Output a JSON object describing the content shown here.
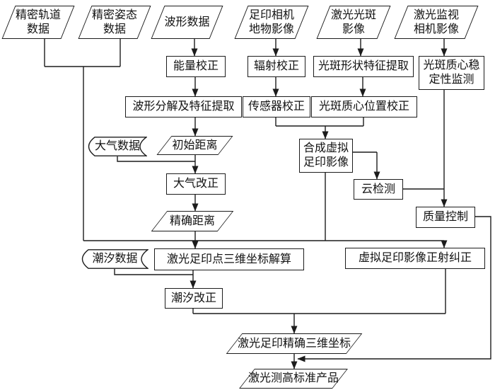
{
  "diagram": {
    "background_color": "#ffffff",
    "line_color": "#1c1c1c",
    "nodes": {
      "orbit_data": {
        "label": "精密轨道\n数据",
        "shape": "parallelogram"
      },
      "attitude_data": {
        "label": "精密姿态\n数据",
        "shape": "parallelogram"
      },
      "waveform_data": {
        "label": "波形数据",
        "shape": "parallelogram"
      },
      "footprint_camera_image": {
        "label": "足印相机\n地物影像",
        "shape": "parallelogram"
      },
      "laser_spot_image": {
        "label": "激光光斑\n影像",
        "shape": "parallelogram"
      },
      "laser_monitor_camera_image": {
        "label": "激光监视\n相机影像",
        "shape": "parallelogram"
      },
      "energy_correction": {
        "label": "能量校正",
        "shape": "rect"
      },
      "radiometric_correction": {
        "label": "辐射校正",
        "shape": "rect"
      },
      "spot_shape_feature_extraction": {
        "label": "光斑形状特征提取",
        "shape": "rect"
      },
      "spot_centroid_stability_monitoring": {
        "label": "光斑质心稳\n定性监测",
        "shape": "rect"
      },
      "waveform_decomposition": {
        "label": "波形分解及特征提取",
        "shape": "rect"
      },
      "sensor_correction": {
        "label": "传感器校正",
        "shape": "rect"
      },
      "spot_centroid_position_correction": {
        "label": "光斑质心位置校正",
        "shape": "rect"
      },
      "atmospheric_data": {
        "label": "大气数据",
        "shape": "stored-data"
      },
      "initial_range": {
        "label": "初始距离",
        "shape": "parallelogram"
      },
      "synthesize_virtual_footprint_image": {
        "label": "合成虚拟\n足印影像",
        "shape": "rect"
      },
      "atmospheric_correction": {
        "label": "大气改正",
        "shape": "rect"
      },
      "cloud_detection": {
        "label": "云检测",
        "shape": "rect"
      },
      "accurate_range": {
        "label": "精确距离",
        "shape": "parallelogram"
      },
      "quality_control": {
        "label": "质量控制",
        "shape": "rect"
      },
      "tide_data": {
        "label": "潮汐数据",
        "shape": "stored-data"
      },
      "footprint_3d_coordinate_solution": {
        "label": "激光足印点三维坐标解算",
        "shape": "rect"
      },
      "virtual_footprint_orthorectification": {
        "label": "虚拟足印影像正射纠正",
        "shape": "rect"
      },
      "tide_correction": {
        "label": "潮汐改正",
        "shape": "rect"
      },
      "accurate_footprint_3d_coordinates": {
        "label": "激光足印精确三维坐标",
        "shape": "parallelogram"
      },
      "standard_product": {
        "label": "激光测高标准产品",
        "shape": "parallelogram"
      }
    },
    "edges": [
      {
        "from": "waveform_data",
        "to": "energy_correction"
      },
      {
        "from": "energy_correction",
        "to": "waveform_decomposition"
      },
      {
        "from": "waveform_decomposition",
        "to": "initial_range"
      },
      {
        "from": "initial_range",
        "to": "atmospheric_correction"
      },
      {
        "from": "atmospheric_data",
        "to": "atmospheric_correction"
      },
      {
        "from": "atmospheric_correction",
        "to": "accurate_range"
      },
      {
        "from": "accurate_range",
        "to": "footprint_3d_coordinate_solution"
      },
      {
        "from": "footprint_camera_image",
        "to": "radiometric_correction"
      },
      {
        "from": "radiometric_correction",
        "to": "sensor_correction"
      },
      {
        "from": "laser_spot_image",
        "to": "spot_shape_feature_extraction"
      },
      {
        "from": "spot_shape_feature_extraction",
        "to": "spot_centroid_position_correction"
      },
      {
        "from": "sensor_correction",
        "to": "synthesize_virtual_footprint_image"
      },
      {
        "from": "spot_centroid_position_correction",
        "to": "synthesize_virtual_footprint_image"
      },
      {
        "from": "synthesize_virtual_footprint_image",
        "to": "cloud_detection"
      },
      {
        "from": "cloud_detection",
        "to": "quality_control"
      },
      {
        "from": "laser_monitor_camera_image",
        "to": "spot_centroid_stability_monitoring"
      },
      {
        "from": "spot_centroid_stability_monitoring",
        "to": "quality_control"
      },
      {
        "from": "orbit_data",
        "to": "virtual_footprint_orthorectification"
      },
      {
        "from": "attitude_data",
        "to": "virtual_footprint_orthorectification"
      },
      {
        "from": "synthesize_virtual_footprint_image",
        "to": "virtual_footprint_orthorectification"
      },
      {
        "from": "tide_data",
        "to": "tide_correction"
      },
      {
        "from": "footprint_3d_coordinate_solution",
        "to": "tide_correction"
      },
      {
        "from": "tide_correction",
        "to": "accurate_footprint_3d_coordinates"
      },
      {
        "from": "virtual_footprint_orthorectification",
        "to": "accurate_footprint_3d_coordinates"
      },
      {
        "from": "accurate_footprint_3d_coordinates",
        "to": "standard_product"
      },
      {
        "from": "quality_control",
        "to": "standard_product"
      }
    ]
  }
}
